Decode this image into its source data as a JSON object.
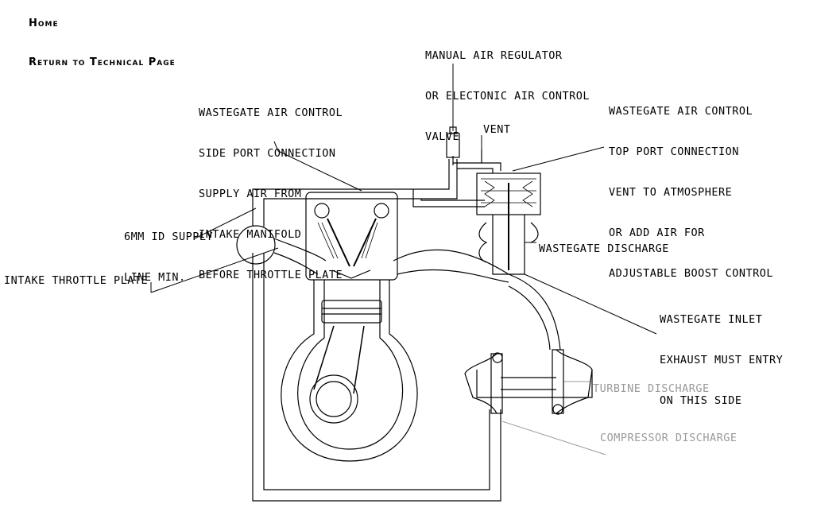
{
  "nav": {
    "home": "Home",
    "return": "Return to Technical Page"
  },
  "labels": {
    "manual_air": [
      "MANUAL AIR REGULATOR",
      "OR ELECTONIC AIR CONTROL",
      "VALVE"
    ],
    "side_port": [
      "WASTEGATE AIR CONTROL",
      "SIDE PORT CONNECTION",
      "SUPPLY AIR FROM",
      "INTAKE MANIFOLD",
      "BEFORE THROTTLE PLATE"
    ],
    "top_port": [
      "WASTEGATE AIR CONTROL",
      "TOP PORT CONNECTION",
      "VENT TO ATMOSPHERE",
      "OR ADD AIR FOR",
      "ADJUSTABLE BOOST CONTROL"
    ],
    "vent": "VENT",
    "supply_line": [
      "6MM ID SUPPLY",
      "LINE MIN."
    ],
    "throttle_plate": "INTAKE THROTTLE PLATE",
    "wastegate_discharge": "WASTEGATE DISCHARGE",
    "wastegate_inlet": [
      "WASTEGATE INLET",
      "EXHAUST MUST ENTRY",
      "ON THIS SIDE"
    ],
    "turbine_discharge": "TURBINE DISCHARGE",
    "compressor_discharge": "COMPRESSOR DISCHARGE"
  },
  "colors": {
    "line": "#000000",
    "gray_label": "#9a9a9a"
  }
}
